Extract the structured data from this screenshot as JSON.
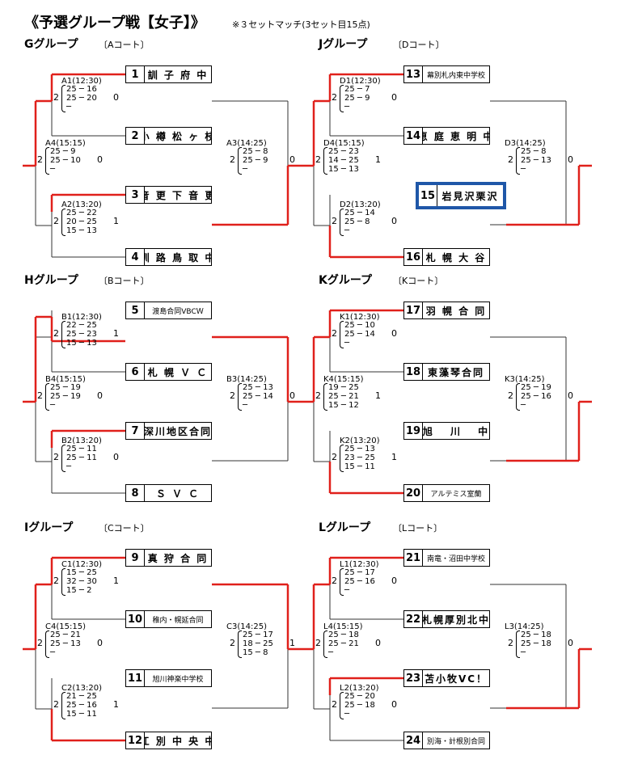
{
  "title": "《予選グループ戦【女子】》",
  "note": "※３セットマッチ(3セット目15点)",
  "groups": [
    {
      "name": "Gグループ",
      "court": "〔Aコート〕",
      "teams": [
        {
          "num": "1",
          "name": "訓 子 府 中"
        },
        {
          "num": "2",
          "name": "小 樽 松 ヶ 枝"
        },
        {
          "num": "3",
          "name": "音 更 下 音 更"
        },
        {
          "num": "4",
          "name": "釧 路 鳥 取 中"
        }
      ],
      "m1": {
        "id": "A1(12:30)",
        "l": "2",
        "r": "0",
        "sets": [
          "25 ─ 16",
          "25 ─ 20",
          "─"
        ]
      },
      "m2": {
        "id": "A2(13:20)",
        "l": "2",
        "r": "1",
        "sets": [
          "25 ─ 22",
          "20 ─ 25",
          "15 ─ 13"
        ]
      },
      "m4": {
        "id": "A4(15:15)",
        "l": "2",
        "r": "0",
        "sets": [
          "25 ─ 9",
          "25 ─ 10",
          "─"
        ]
      },
      "m3": {
        "id": "A3(14:25)",
        "l": "2",
        "r": "0",
        "sets": [
          "25 ─ 8",
          "25 ─ 9",
          "─"
        ]
      }
    },
    {
      "name": "Jグループ",
      "court": "〔Dコート〕",
      "teams": [
        {
          "num": "13",
          "name": "幕別札内東中学校"
        },
        {
          "num": "14",
          "name": "恵 庭 恵 明 中"
        },
        {
          "num": "15",
          "name": "岩見沢栗沢"
        },
        {
          "num": "16",
          "name": "札 幌 大 谷"
        }
      ],
      "m1": {
        "id": "D1(12:30)",
        "l": "2",
        "r": "0",
        "sets": [
          "25 ─ 7",
          "25 ─ 9",
          "─"
        ]
      },
      "m2": {
        "id": "D2(13:20)",
        "l": "2",
        "r": "0",
        "sets": [
          "25 ─ 14",
          "25 ─ 8",
          "─"
        ]
      },
      "m4": {
        "id": "D4(15:15)",
        "l": "2",
        "r": "1",
        "sets": [
          "25 ─ 23",
          "14 ─ 25",
          "15 ─ 13"
        ]
      },
      "m3": {
        "id": "D3(14:25)",
        "l": "2",
        "r": "0",
        "sets": [
          "25 ─ 8",
          "25 ─ 13",
          "─"
        ]
      }
    },
    {
      "name": "Hグループ",
      "court": "〔Bコート〕",
      "teams": [
        {
          "num": "5",
          "name": "渡島合同VBCＷ"
        },
        {
          "num": "6",
          "name": "札 幌 Ｖ Ｃ"
        },
        {
          "num": "7",
          "name": "深川地区合同"
        },
        {
          "num": "8",
          "name": "Ｓ Ｖ Ｃ"
        }
      ],
      "m1": {
        "id": "B1(12:30)",
        "l": "2",
        "r": "1",
        "sets": [
          "22 ─ 25",
          "25 ─ 23",
          "15 ─ 13"
        ]
      },
      "m2": {
        "id": "B2(13:20)",
        "l": "2",
        "r": "0",
        "sets": [
          "25 ─ 11",
          "25 ─ 11",
          "─"
        ]
      },
      "m4": {
        "id": "B4(15:15)",
        "l": "2",
        "r": "0",
        "sets": [
          "25 ─ 19",
          "25 ─ 19",
          "─"
        ]
      },
      "m3": {
        "id": "B3(14:25)",
        "l": "2",
        "r": "0",
        "sets": [
          "25 ─ 13",
          "25 ─ 14",
          "─"
        ]
      }
    },
    {
      "name": "Kグループ",
      "court": "〔Kコート〕",
      "teams": [
        {
          "num": "17",
          "name": "羽 幌 合 同"
        },
        {
          "num": "18",
          "name": "東藻琴合同"
        },
        {
          "num": "19",
          "name": "旭　 川　 中"
        },
        {
          "num": "20",
          "name": "アルテミス室蘭"
        }
      ],
      "m1": {
        "id": "K1(12:30)",
        "l": "2",
        "r": "0",
        "sets": [
          "25 ─ 10",
          "25 ─ 14",
          "─"
        ]
      },
      "m2": {
        "id": "K2(13:20)",
        "l": "2",
        "r": "1",
        "sets": [
          "25 ─ 13",
          "23 ─ 25",
          "15 ─ 11"
        ]
      },
      "m4": {
        "id": "K4(15:15)",
        "l": "2",
        "r": "1",
        "sets": [
          "19 ─ 25",
          "25 ─ 21",
          "15 ─ 12"
        ]
      },
      "m3": {
        "id": "K3(14:25)",
        "l": "2",
        "r": "0",
        "sets": [
          "25 ─ 19",
          "25 ─ 16",
          "─"
        ]
      }
    },
    {
      "name": "Iグループ",
      "court": "〔Cコート〕",
      "teams": [
        {
          "num": "9",
          "name": "真 狩 合 同"
        },
        {
          "num": "10",
          "name": "稚内・幌延合同"
        },
        {
          "num": "11",
          "name": "旭川神楽中学校"
        },
        {
          "num": "12",
          "name": "江 別 中 央 中"
        }
      ],
      "m1": {
        "id": "C1(12:30)",
        "l": "2",
        "r": "1",
        "sets": [
          "15 ─ 25",
          "32 ─ 30",
          "15 ─ 2"
        ]
      },
      "m2": {
        "id": "C2(13:20)",
        "l": "2",
        "r": "1",
        "sets": [
          "21 ─ 25",
          "25 ─ 16",
          "15 ─ 11"
        ]
      },
      "m4": {
        "id": "C4(15:15)",
        "l": "2",
        "r": "0",
        "sets": [
          "25 ─ 21",
          "25 ─ 13",
          "─"
        ]
      },
      "m3": {
        "id": "C3(14:25)",
        "l": "2",
        "r": "1",
        "sets": [
          "25 ─ 17",
          "18 ─ 25",
          "15 ─ 8"
        ]
      }
    },
    {
      "name": "Lグループ",
      "court": "〔Lコート〕",
      "teams": [
        {
          "num": "21",
          "name": "南竜・沼田中学校"
        },
        {
          "num": "22",
          "name": "札幌厚別北中"
        },
        {
          "num": "23",
          "name": "苫小牧VC！"
        },
        {
          "num": "24",
          "name": "別海・計根別合同"
        }
      ],
      "m1": {
        "id": "L1(12:30)",
        "l": "2",
        "r": "0",
        "sets": [
          "25 ─ 17",
          "25 ─ 16",
          "─"
        ]
      },
      "m2": {
        "id": "L2(13:20)",
        "l": "2",
        "r": "0",
        "sets": [
          "25 ─ 20",
          "25 ─ 18",
          "─"
        ]
      },
      "m4": {
        "id": "L4(15:15)",
        "l": "2",
        "r": "0",
        "sets": [
          "25 ─ 18",
          "25 ─ 21",
          "─"
        ]
      },
      "m3": {
        "id": "L3(14:25)",
        "l": "2",
        "r": "0",
        "sets": [
          "25 ─ 18",
          "25 ─ 18",
          "─"
        ]
      }
    }
  ]
}
